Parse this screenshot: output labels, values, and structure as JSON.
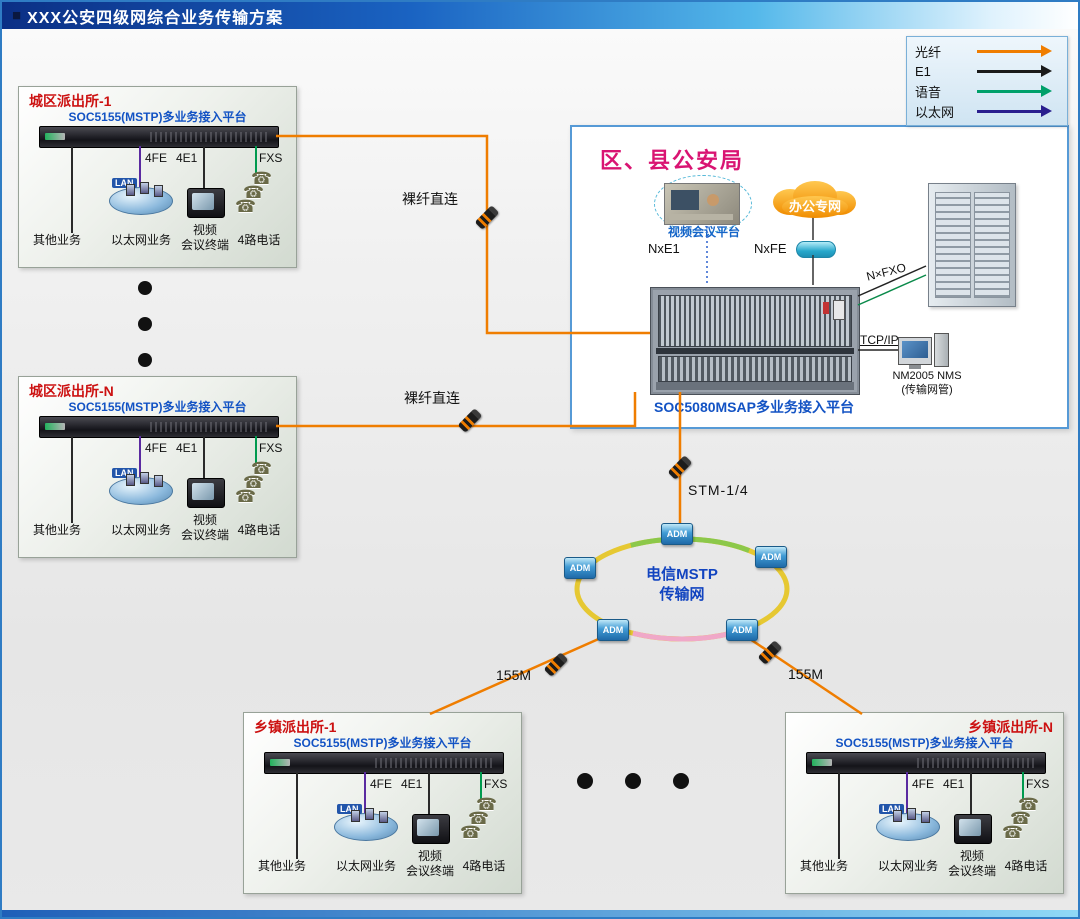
{
  "header": {
    "bullet": "■",
    "title": "XXX公安四级网综合业务传输方案"
  },
  "legend": {
    "items": [
      {
        "label": "光纤",
        "color": "#ef7d00"
      },
      {
        "label": "E1",
        "color": "#1a1a1a"
      },
      {
        "label": "语音",
        "color": "#00a06a"
      },
      {
        "label": "以太网",
        "color": "#2a1f8e"
      }
    ]
  },
  "links": {
    "bare_fiber_top": "裸纤直连",
    "bare_fiber_bottom": "裸纤直连",
    "stm": "STM-1/4",
    "m155_left": "155M",
    "m155_right": "155M"
  },
  "ring": {
    "label": "电信MSTP\n传输网",
    "adm": "ADM"
  },
  "bureau": {
    "title": "区、县公安局",
    "video_platform": "视频会议平台",
    "office_network": "办公专网",
    "nxe1": "NxE1",
    "nxfe": "NxFE",
    "nxfxo": "N×FXO",
    "tcpip": "TCP/IP",
    "nms": "NM2005 NMS\n(传输网管)",
    "platform": "SOC5080MSAP多业务接入平台"
  },
  "stations": [
    {
      "title": "城区派出所-1",
      "platform": "SOC5155(MSTP)多业务接入平台",
      "ports": {
        "fe": "4FE",
        "e1": "4E1",
        "fxs": "FXS"
      },
      "lan": "LAN",
      "services": {
        "other": "其他业务",
        "eth": "以太网业务",
        "video": "视频\n会议终端",
        "phone": "4路电话"
      }
    },
    {
      "title": "城区派出所-N",
      "platform": "SOC5155(MSTP)多业务接入平台",
      "ports": {
        "fe": "4FE",
        "e1": "4E1",
        "fxs": "FXS"
      },
      "lan": "LAN",
      "services": {
        "other": "其他业务",
        "eth": "以太网业务",
        "video": "视频\n会议终端",
        "phone": "4路电话"
      }
    },
    {
      "title": "乡镇派出所-1",
      "platform": "SOC5155(MSTP)多业务接入平台",
      "ports": {
        "fe": "4FE",
        "e1": "4E1",
        "fxs": "FXS"
      },
      "lan": "LAN",
      "services": {
        "other": "其他业务",
        "eth": "以太网业务",
        "video": "视频\n会议终端",
        "phone": "4路电话"
      }
    },
    {
      "title": "乡镇派出所-N",
      "platform": "SOC5155(MSTP)多业务接入平台",
      "ports": {
        "fe": "4FE",
        "e1": "4E1",
        "fxs": "FXS"
      },
      "lan": "LAN",
      "services": {
        "other": "其他业务",
        "eth": "以太网业务",
        "video": "视频\n会议终端",
        "phone": "4路电话"
      }
    }
  ]
}
